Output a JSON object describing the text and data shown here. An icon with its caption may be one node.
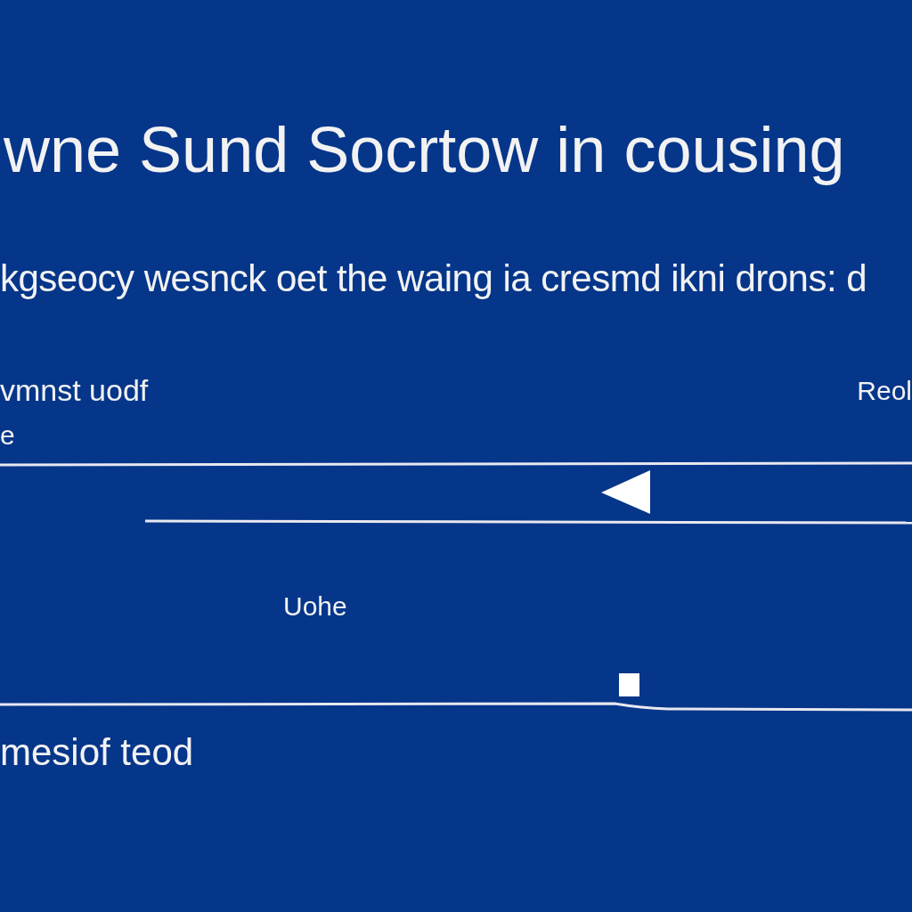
{
  "diagram": {
    "title": "wne Sund Socrtow in cousing",
    "labels": [
      "kgseocy wesnck oet the waing ia cresmd ikni drons: d",
      "vmnst uodf",
      "Reol",
      "e",
      "Uohe",
      "mesiof teod"
    ]
  }
}
